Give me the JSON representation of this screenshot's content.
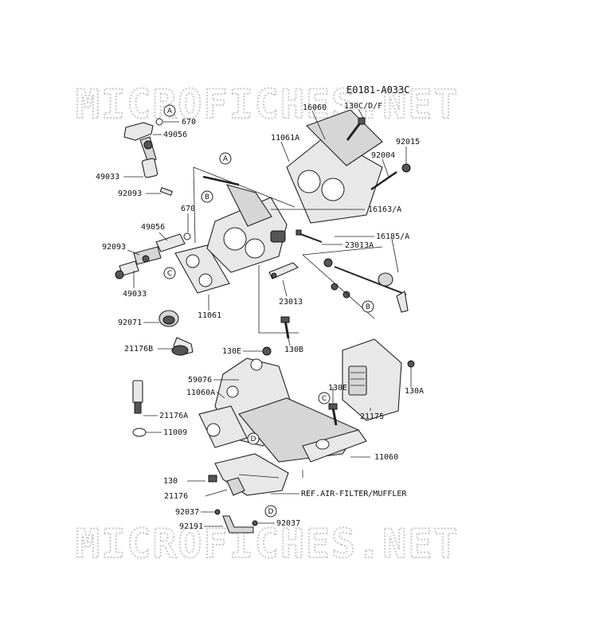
{
  "diagram_code": "E0181-A033C",
  "watermark_text": "MICROFICHES.NET",
  "callouts": {
    "A": "A",
    "B": "B",
    "C": "C",
    "D": "D"
  },
  "part_labels": {
    "p670_top": "670",
    "p49056_top": "49056",
    "p49033_top": "49033",
    "p92093_top": "92093",
    "p670_mid": "670",
    "p49056_mid": "49056",
    "p92093_mid": "92093",
    "p49033_mid": "49033",
    "p92071": "92071",
    "p21176B": "21176B",
    "p11061": "11061",
    "p16060": "16060",
    "p130C": "130C/D/F",
    "p92015": "92015",
    "p11061A": "11061A",
    "p92004": "92004",
    "p16163": "16163/A",
    "p16185": "16185/A",
    "p23013A": "23013A",
    "p23013": "23013",
    "p130B": "130B",
    "p130E_top": "130E",
    "p59076": "59076",
    "p11060A": "11060A",
    "p130E_mid": "130E",
    "p130A": "130A",
    "p21175": "21175",
    "p21176A": "21176A",
    "p11009": "11009",
    "p11060": "11060",
    "p130": "130",
    "p21176": "21176",
    "pREF": "REF.AIR-FILTER/MUFFLER",
    "p92037_left": "92037",
    "p92191": "92191",
    "p92037_right": "92037"
  },
  "icons": [
    "fuel-injector-icon",
    "throttle-body-icon",
    "intake-manifold-icon",
    "ecu-icon",
    "sensor-icon",
    "bolt-icon",
    "gasket-icon"
  ]
}
